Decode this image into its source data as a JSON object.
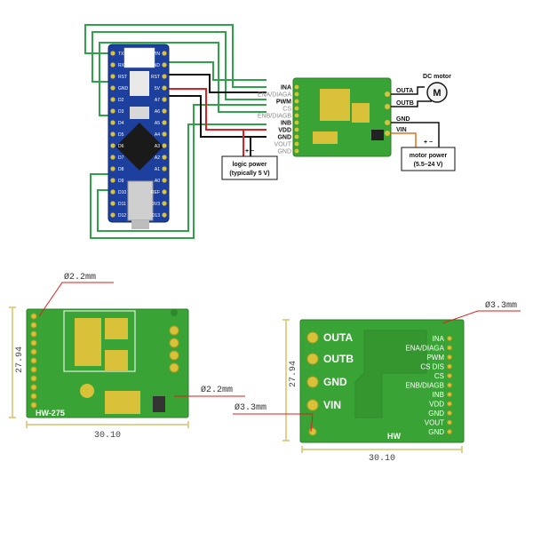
{
  "wiring": {
    "driver_pins": [
      "INA",
      "ENA/DIAGA",
      "PWM",
      "CS",
      "ENB/DIAGB",
      "INB",
      "VDD",
      "GND",
      "VOUT",
      "GND"
    ],
    "driver_outputs": [
      "OUTA",
      "OUTB",
      "GND",
      "VIN"
    ],
    "motor_label": "DC motor",
    "motor_symbol": "M",
    "logic_power": {
      "polarity": "+  −",
      "line1": "logic power",
      "line2": "(typically 5 V)"
    },
    "motor_power": {
      "polarity": "+  −",
      "line1": "motor power",
      "line2": "(5.5–24 V)"
    },
    "nano_pins_left": [
      "TX1",
      "RX0",
      "RST",
      "GND",
      "D2",
      "D3",
      "D4",
      "D5",
      "D6",
      "D7",
      "D8",
      "D9",
      "D10",
      "D11",
      "D12"
    ],
    "nano_pins_right": [
      "VIN",
      "GND",
      "RST",
      "5V",
      "A7",
      "A6",
      "A5",
      "A4",
      "A3",
      "A2",
      "A1",
      "A0",
      "REF",
      "3V3",
      "D13"
    ]
  },
  "front_board": {
    "silk": "HW-275",
    "hole_note_top": "Ø2.2mm",
    "hole_note_right": "Ø2.2mm",
    "dim_width": "30.10",
    "dim_height": "27.94"
  },
  "back_board": {
    "big_labels": [
      "OUTA",
      "OUTB",
      "GND",
      "VIN"
    ],
    "small_labels": [
      "INA",
      "ENA/DIAGA",
      "PWM",
      "CS DIS",
      "CS",
      "ENB/DIAGB",
      "INB",
      "VDD",
      "GND",
      "VOUT",
      "GND"
    ],
    "silk": "HW",
    "hole_note_top": "Ø3.3mm",
    "hole_note_left": "Ø3.3mm",
    "dim_width": "30.10",
    "dim_height": "27.94"
  },
  "colors": {
    "pcb_green": "#3aa335",
    "pcb_dark": "#2f8a2b",
    "nano_blue": "#1d3f9e",
    "gold": "#d9c23a",
    "wire_green": "#2fa34a",
    "wire_red": "#e02020",
    "wire_black": "#111111",
    "wire_orange": "#e07020",
    "callout_red": "#e21d1d"
  }
}
